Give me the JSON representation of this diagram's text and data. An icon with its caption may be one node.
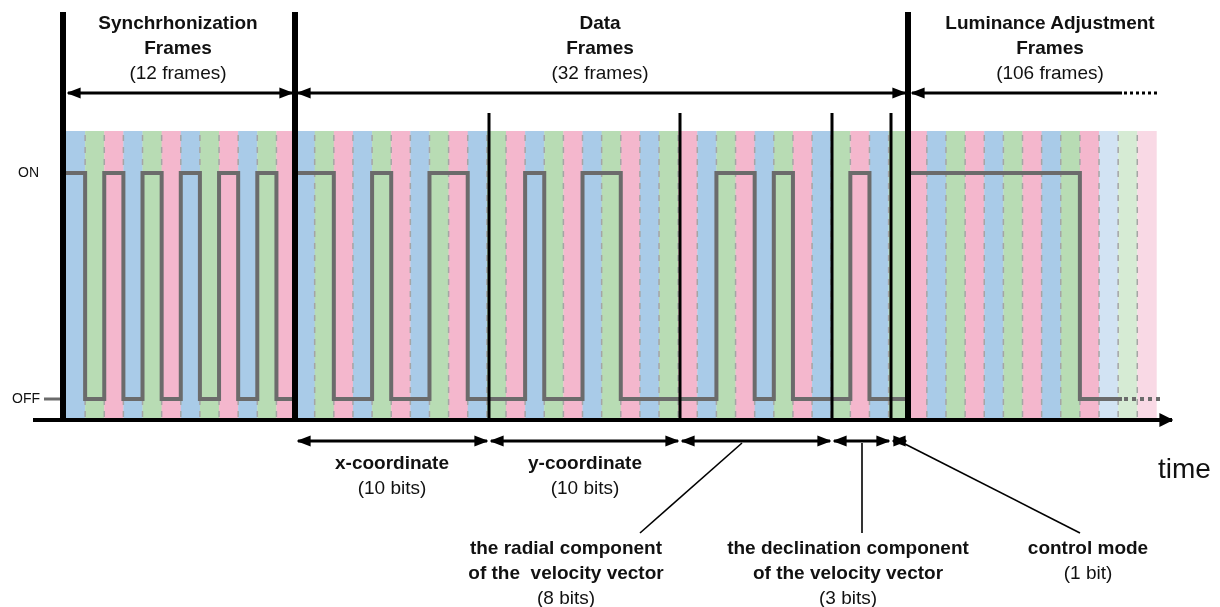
{
  "diagram": {
    "nodes": [
      {
        "text": [
          "the radial component of the  velocity vector",
          "(8 bits)"
        ]
      },
      {
        "text": [
          "the declination component of the velocity vector",
          "(3 bits)"
        ]
      },
      {
        "text": [
          "control mode",
          "(1 bit)"
        ]
      }
    ],
    "edges": [
      {
        "from": 0,
        "to": null,
        "arrow": "none"
      },
      {
        "from": 1,
        "to": null,
        "arrow": "none"
      },
      {
        "from": 2,
        "to": null,
        "arrow": "none"
      }
    ],
    "labels": [
      "Synchrhonization Frames",
      "(12 frames)",
      "Data Frames",
      "(32 frames)",
      "Luminance Adjustment Frames",
      "(106 frames)",
      "ON",
      "OFF",
      "x-coordinate",
      "(10 bits)",
      "y-coordinate",
      "(10 bits)",
      "time"
    ]
  }
}
